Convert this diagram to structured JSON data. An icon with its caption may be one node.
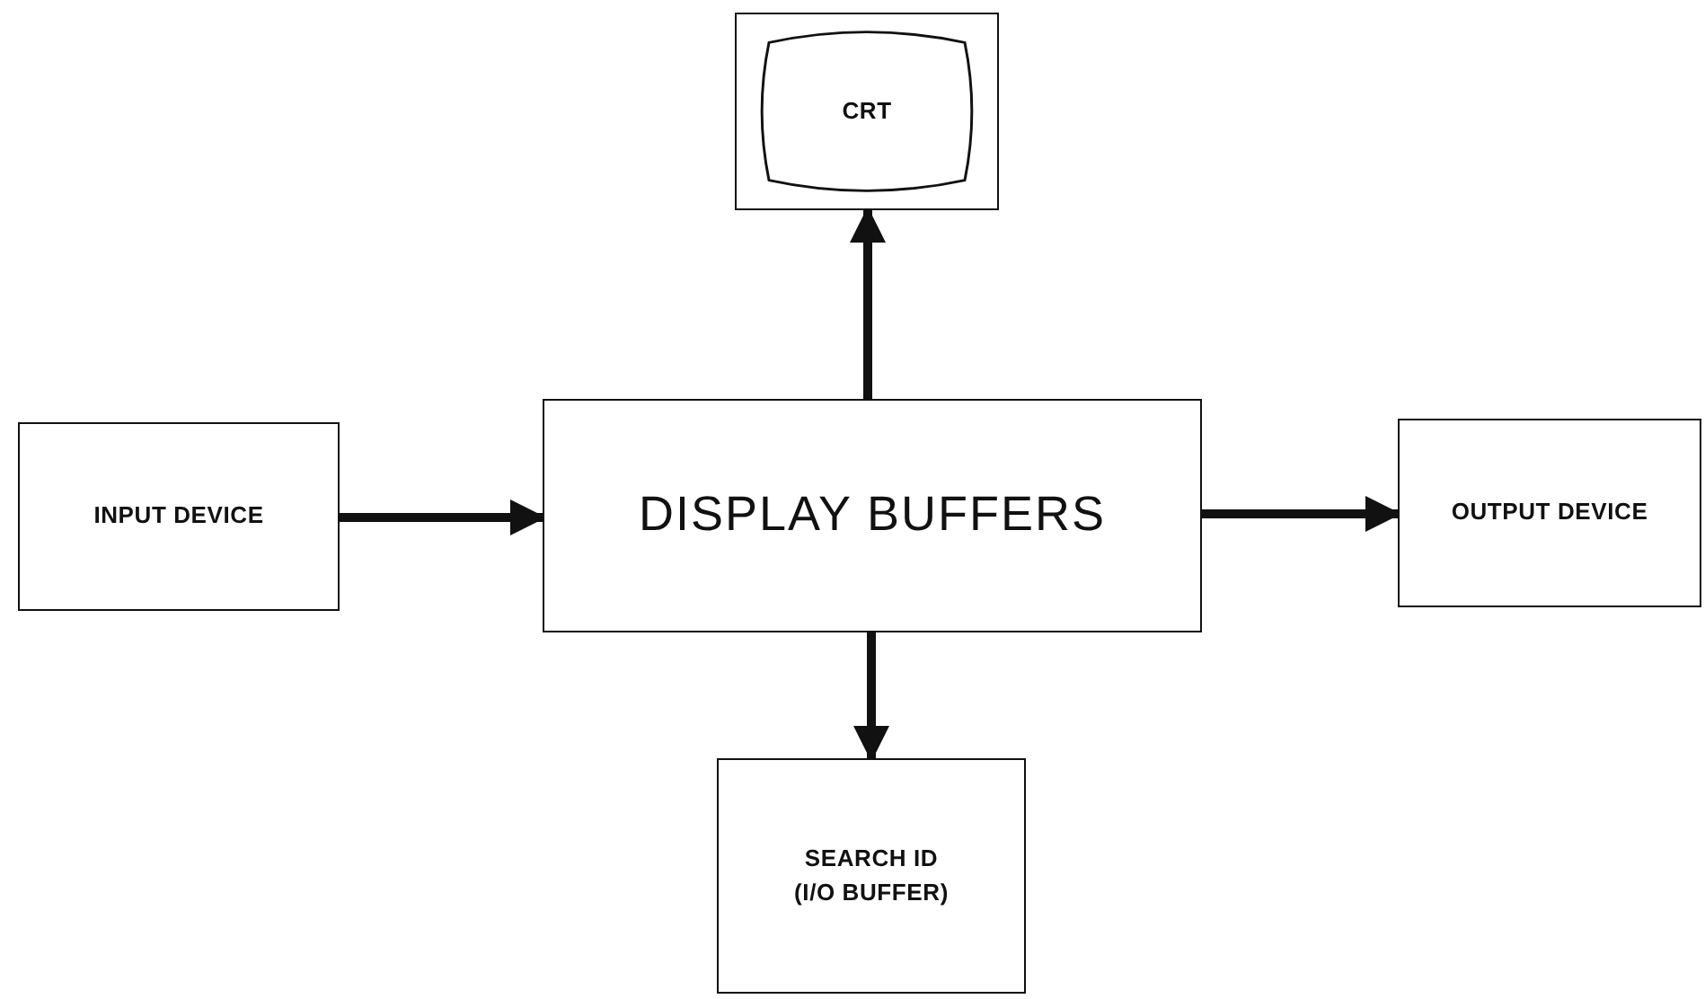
{
  "diagram": {
    "nodes": [
      {
        "text": [
          "CRT"
        ]
      },
      {
        "text": [
          "INPUT DEVICE"
        ]
      },
      {
        "text": [
          "DISPLAY BUFFERS"
        ]
      },
      {
        "text": [
          "OUTPUT DEVICE"
        ]
      },
      {
        "text": [
          "SEARCH ID (I/O BUFFER)"
        ]
      }
    ],
    "edges": [
      {
        "from": 1,
        "to": 2,
        "arrow": "to"
      },
      {
        "from": 2,
        "to": 0,
        "arrow": "to"
      },
      {
        "from": 2,
        "to": 3,
        "arrow": "to"
      },
      {
        "from": 2,
        "to": 4,
        "arrow": "to"
      }
    ]
  }
}
